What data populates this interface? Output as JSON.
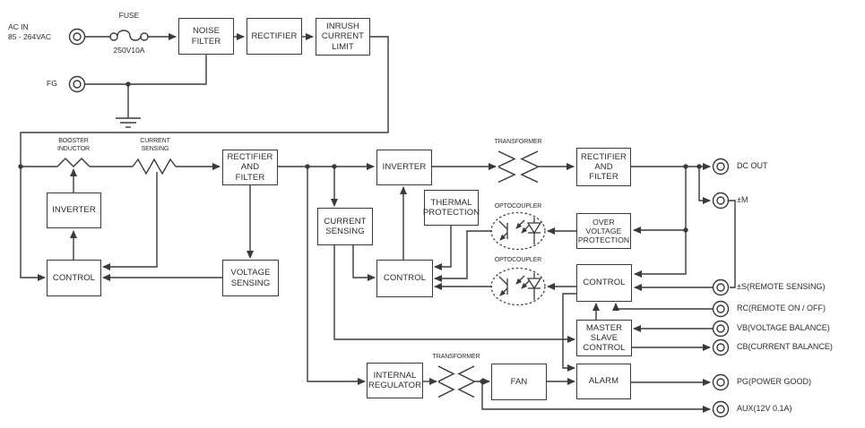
{
  "blocks": {
    "noise_filter": "NOISE\nFILTER",
    "rectifier_input": "RECTIFIER",
    "inrush_current_limit": "INRUSH\nCURRENT\nLIMIT",
    "inverter_pfc": "INVERTER",
    "control_pfc": "CONTROL",
    "rectifier_and_filter_1": "RECTIFIER\nAND\nFILTER",
    "voltage_sensing": "VOLTAGE\nSENSING",
    "current_sensing": "CURRENT\nSENSING",
    "inverter_main": "INVERTER",
    "thermal_protection": "THERMAL\nPROTECTION",
    "control_main": "CONTROL",
    "rectifier_and_filter_2": "RECTIFIER\nAND\nFILTER",
    "over_voltage_protection": "OVER VOLTAGE\nPROTECTION",
    "control_secondary": "CONTROL",
    "master_slave_control": "MASTER\nSLAVE\nCONTROL",
    "alarm": "ALARM",
    "internal_regulator": "INTERNAL\nREGULATOR",
    "fan": "FAN"
  },
  "input_labels": {
    "ac_in": "AC IN\n85 - 264VAC",
    "fg": "FG",
    "fuse": "FUSE",
    "fuse_rating": "250V10A"
  },
  "component_labels": {
    "booster_inductor": "BOOSTER\nINDUCTOR",
    "current_sensing_resistor": "CURRENT\nSENSING",
    "transformer_main": "TRANSFORMER",
    "transformer_aux": "TRANSFORMER",
    "optocoupler_1": "OPTOCOUPLER",
    "optocoupler_2": "OPTOCOUPLER"
  },
  "terminals": {
    "dc_out": "DC OUT",
    "m": "±M",
    "s": "±S(REMOTE SENSING)",
    "rc": "RC(REMOTE ON / OFF)",
    "vb": "VB(VOLTAGE BALANCE)",
    "cb": "CB(CURRENT BALANCE)",
    "pg": "PG(POWER GOOD)",
    "aux": "AUX(12V 0.1A)"
  },
  "colors": {
    "line": "#3a3a3a",
    "background": "#ffffff"
  }
}
